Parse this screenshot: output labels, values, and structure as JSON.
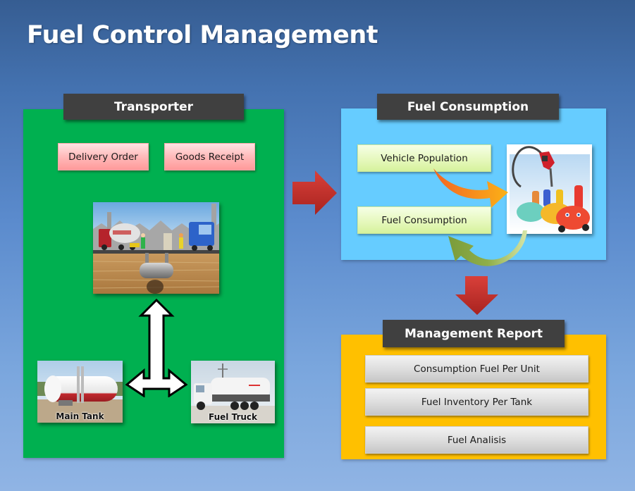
{
  "title": "Fuel Control Management",
  "colors": {
    "transporter_panel": "#00b050",
    "consumption_panel": "#66ccff",
    "report_panel": "#ffc000",
    "header_label": "#404040",
    "flow_arrow": "#c0392b"
  },
  "transporter": {
    "header": "Transporter",
    "buttons": [
      {
        "label": "Delivery Order"
      },
      {
        "label": "Goods Receipt"
      }
    ],
    "images": {
      "station": "fuel-station-underground-tank-illustration",
      "main_tank": {
        "caption": "Main Tank"
      },
      "fuel_truck": {
        "caption": "Fuel Truck"
      }
    },
    "connector_icon": "three-way-arrow-icon"
  },
  "fuel_consumption": {
    "header": "Fuel Consumption",
    "buttons": [
      {
        "label": "Vehicle Population"
      },
      {
        "label": "Fuel Consumption"
      }
    ],
    "image": "fuel-nozzle-cars-illustration"
  },
  "management_report": {
    "header": "Management Report",
    "items": [
      {
        "label": "Consumption Fuel Per Unit"
      },
      {
        "label": "Fuel Inventory Per Tank"
      },
      {
        "label": "Fuel Analisis"
      }
    ]
  }
}
